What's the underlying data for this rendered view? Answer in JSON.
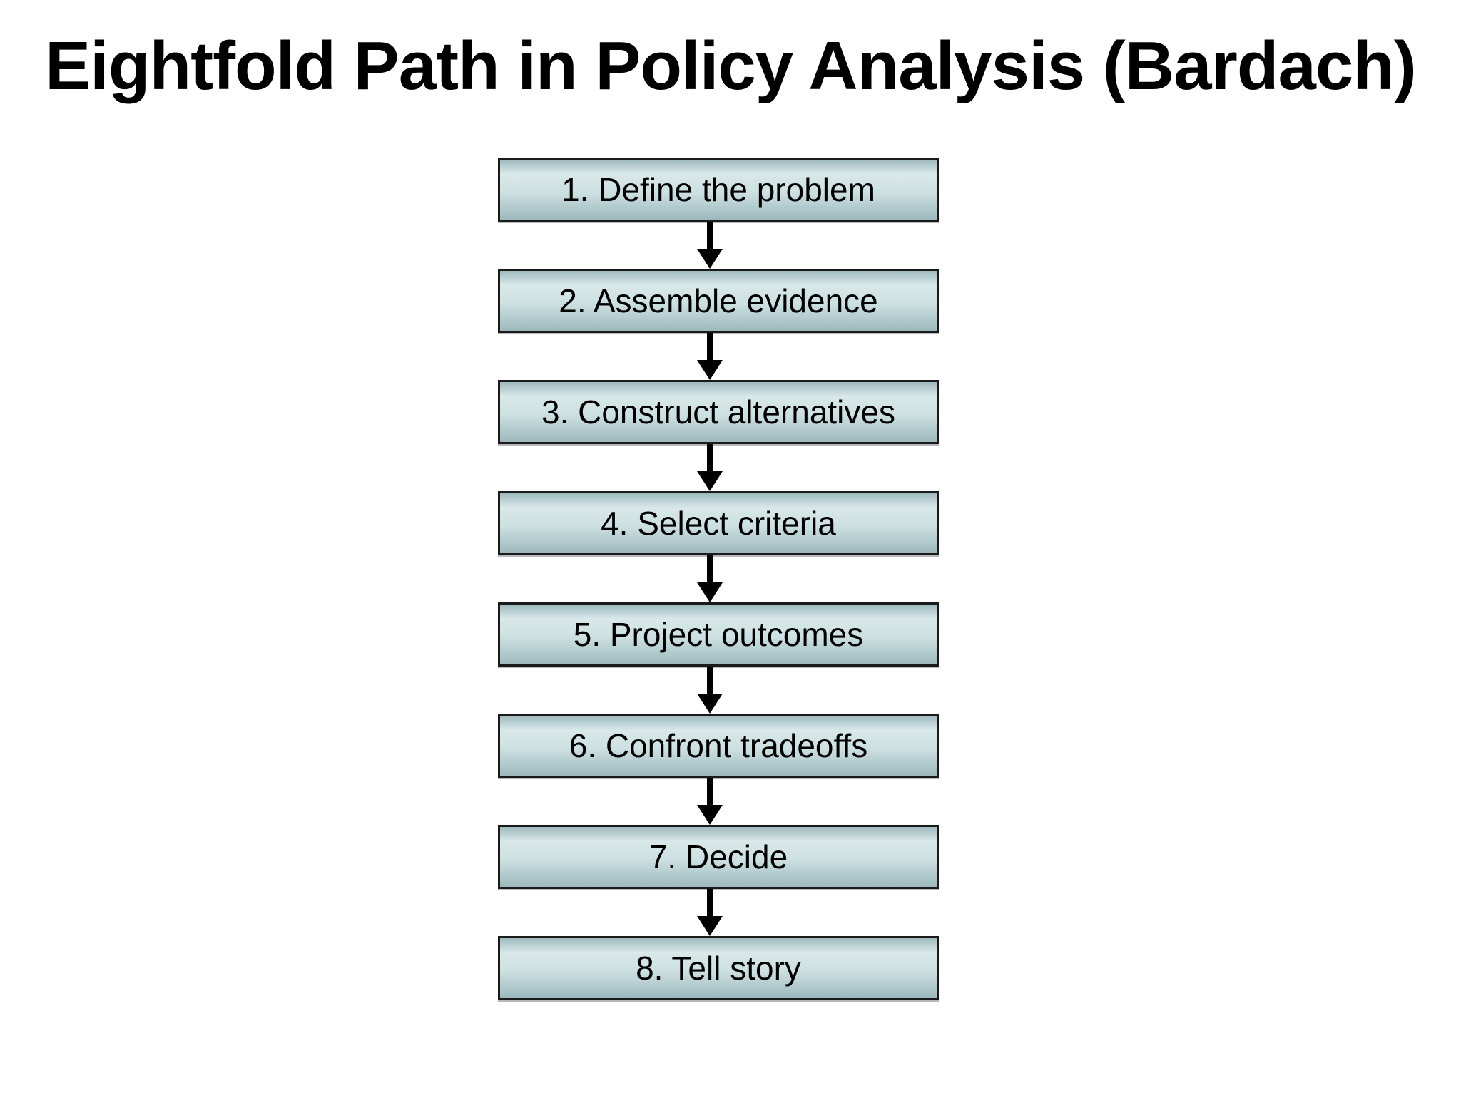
{
  "title": "Eightfold Path in Policy Analysis (Bardach)",
  "steps": [
    {
      "label": "1. Define the problem"
    },
    {
      "label": "2. Assemble evidence"
    },
    {
      "label": "3. Construct alternatives"
    },
    {
      "label": "4. Select criteria"
    },
    {
      "label": "5. Project outcomes"
    },
    {
      "label": "6. Confront tradeoffs"
    },
    {
      "label": "7. Decide"
    },
    {
      "label": "8. Tell story"
    }
  ],
  "colors": {
    "background": "#ffffff",
    "title_text": "#000000",
    "box_text": "#000000",
    "box_border": "#1a1a1a",
    "box_gradient": [
      "#9fbabf",
      "#d9e8e9",
      "#cde0e1",
      "#9db9bd"
    ],
    "arrow": "#000000"
  }
}
